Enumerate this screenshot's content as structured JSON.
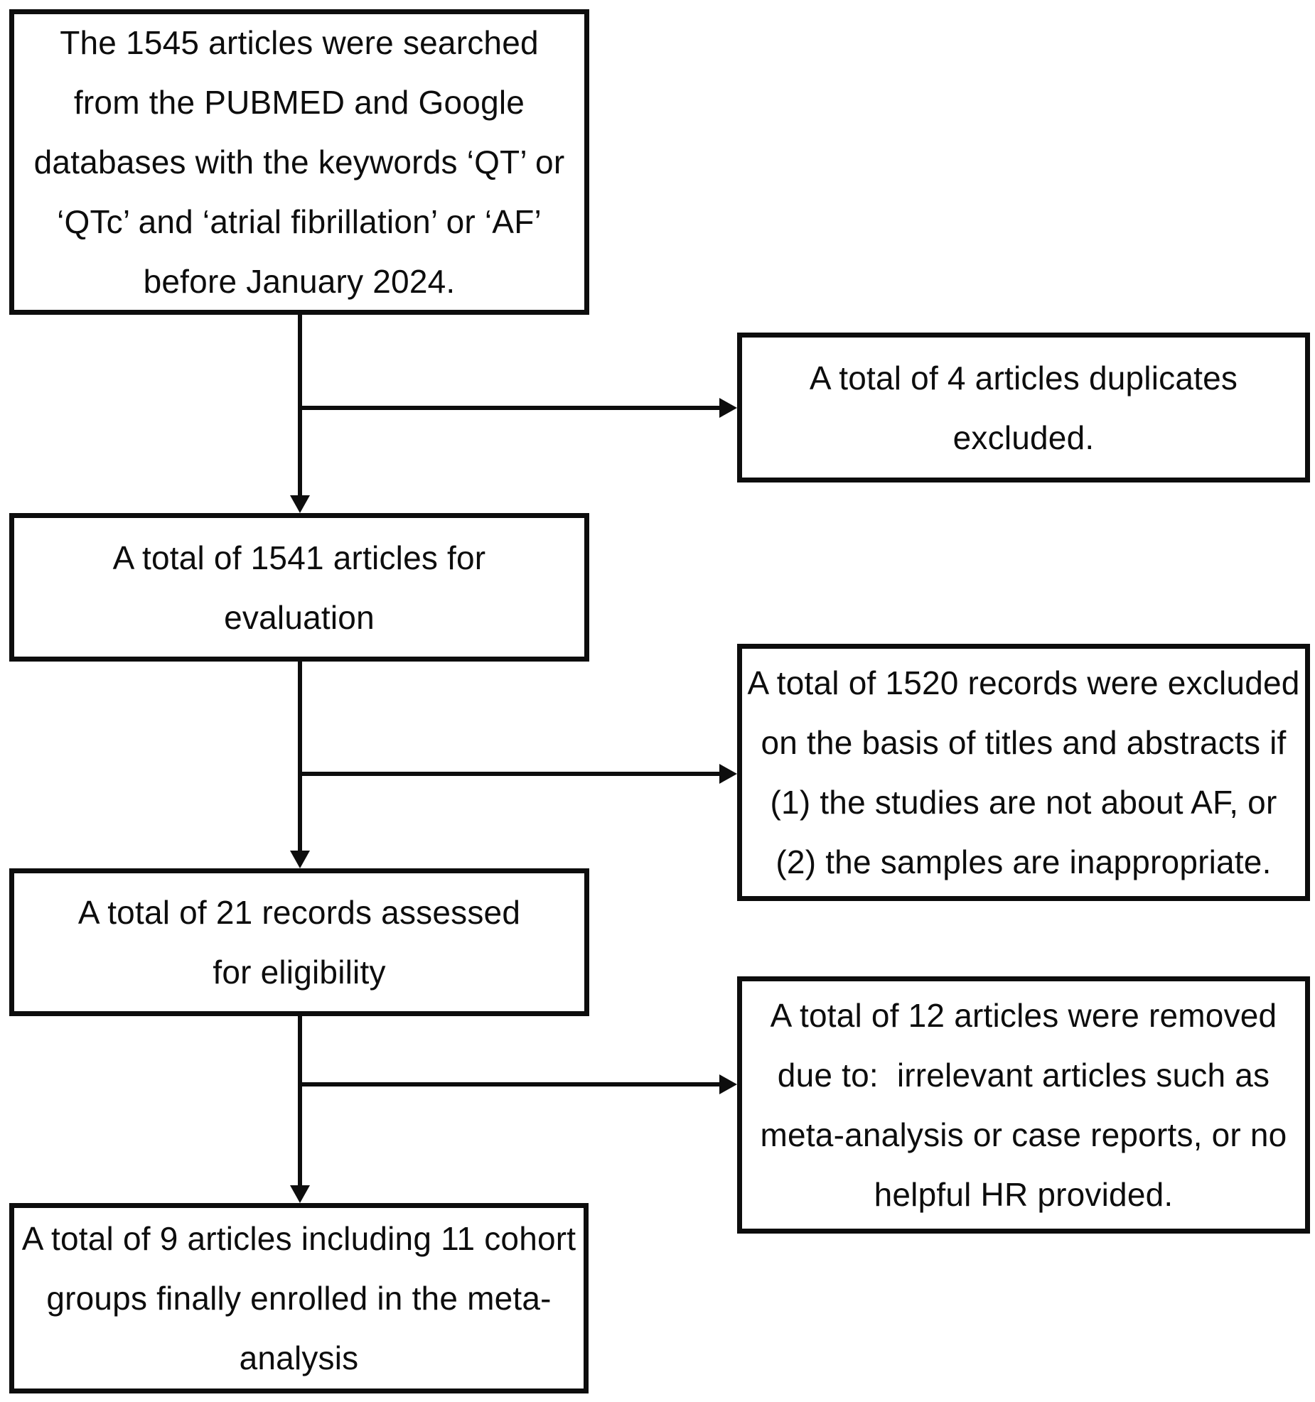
{
  "figure": {
    "type": "study-selection-flowchart",
    "colors": {
      "ink": "#0d0d0d",
      "background": "#ffffff"
    }
  },
  "boxes": {
    "search": {
      "lines": [
        "The 1545 articles were searched",
        "from the PUBMED and Google",
        "databases with the keywords ‘QT’ or",
        "‘QTc’ and ‘atrial fibrillation’ or ‘AF’",
        "before January 2024."
      ]
    },
    "duplicates": {
      "lines": [
        "A total of 4 articles duplicates",
        "excluded."
      ]
    },
    "evaluation": {
      "lines": [
        "A total of 1541 articles for",
        "evaluation"
      ]
    },
    "screening": {
      "lines": [
        "A total of 1520 records were excluded",
        "on the basis of titles and abstracts if",
        "(1) the studies are not about AF, or",
        "(2) the samples are inappropriate."
      ]
    },
    "eligibility": {
      "lines": [
        "A total of 21 records assessed",
        "for eligibility"
      ]
    },
    "removed": {
      "lines": [
        "A total of 12 articles were removed",
        "due to:  irrelevant articles such as",
        "meta-analysis or case reports, or no",
        "helpful HR provided."
      ]
    },
    "final": {
      "lines": [
        "A total of 9 articles including 11 cohort",
        "groups finally enrolled in the meta-",
        "analysis"
      ]
    }
  }
}
